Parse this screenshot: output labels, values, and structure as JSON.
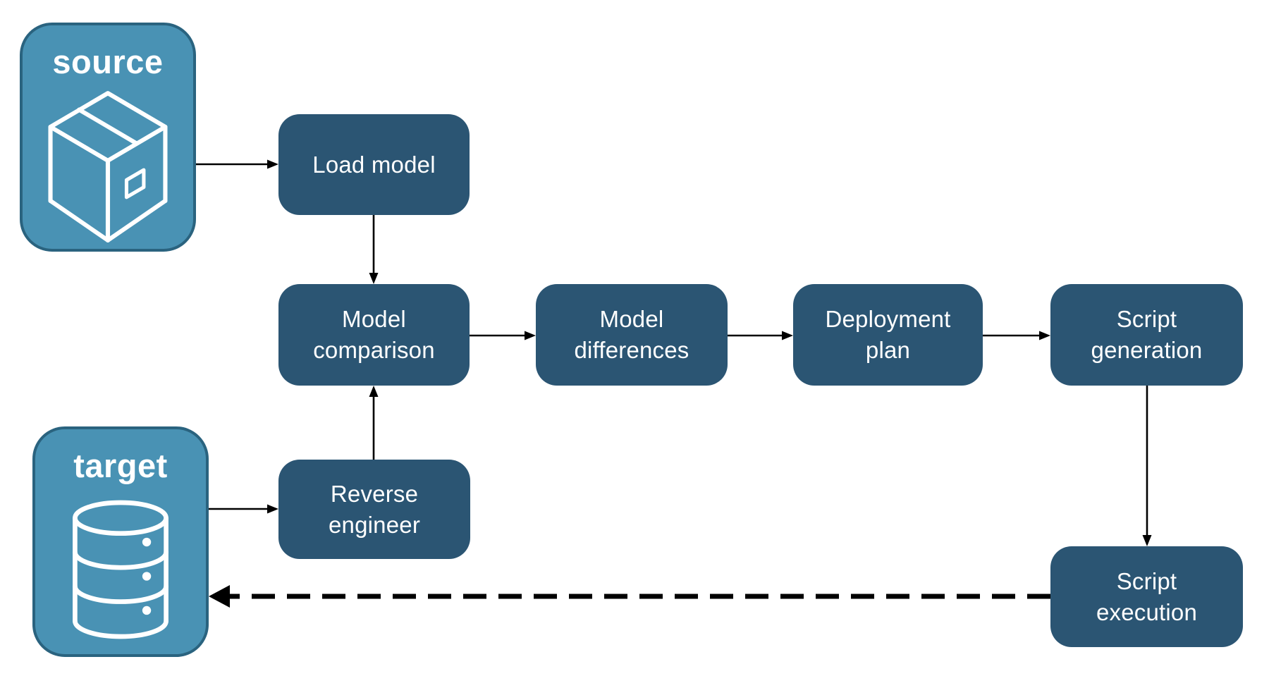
{
  "diagram": {
    "type": "flowchart",
    "background": "#FFFFFF",
    "colors": {
      "process_node_fill": "#2B5573",
      "process_node_text": "#FFFFFF",
      "endpoint_fill": "#4992B4",
      "endpoint_border": "#2A637F",
      "endpoint_text": "#FFFFFF",
      "arrow": "#000000"
    },
    "endpoints": [
      {
        "id": "source",
        "label": "source",
        "icon": "package-icon"
      },
      {
        "id": "target",
        "label": "target",
        "icon": "database-icon"
      }
    ],
    "nodes": [
      {
        "id": "load-model",
        "label": "Load model"
      },
      {
        "id": "model-comparison",
        "label": "Model comparison"
      },
      {
        "id": "model-differences",
        "label": "Model differences"
      },
      {
        "id": "deployment-plan",
        "label": "Deployment plan"
      },
      {
        "id": "script-generation",
        "label": "Script generation"
      },
      {
        "id": "reverse-engineer",
        "label": "Reverse engineer"
      },
      {
        "id": "script-execution",
        "label": "Script execution"
      }
    ],
    "edges": [
      {
        "from": "source",
        "to": "load-model",
        "style": "solid",
        "direction": "right"
      },
      {
        "from": "load-model",
        "to": "model-comparison",
        "style": "solid",
        "direction": "down"
      },
      {
        "from": "model-comparison",
        "to": "model-differences",
        "style": "solid",
        "direction": "right"
      },
      {
        "from": "model-differences",
        "to": "deployment-plan",
        "style": "solid",
        "direction": "right"
      },
      {
        "from": "deployment-plan",
        "to": "script-generation",
        "style": "solid",
        "direction": "right"
      },
      {
        "from": "target",
        "to": "reverse-engineer",
        "style": "solid",
        "direction": "right"
      },
      {
        "from": "reverse-engineer",
        "to": "model-comparison",
        "style": "solid",
        "direction": "up"
      },
      {
        "from": "script-generation",
        "to": "script-execution",
        "style": "solid",
        "direction": "down"
      },
      {
        "from": "script-execution",
        "to": "target",
        "style": "dashed",
        "direction": "left"
      }
    ]
  }
}
